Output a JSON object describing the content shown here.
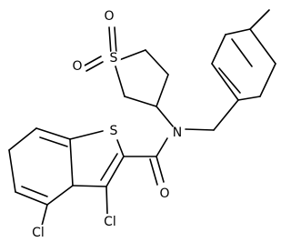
{
  "molecule": {
    "atoms": {
      "sulfone_s": "S",
      "sulfone_o_top": "O",
      "sulfone_o_left": "O",
      "amide_n": "N",
      "amide_o": "O",
      "thiophene_s": "S",
      "cl_3": "Cl",
      "cl_4": "Cl"
    },
    "colors": {
      "bond": "#000000",
      "label": "#000000",
      "background": "#ffffff"
    }
  }
}
